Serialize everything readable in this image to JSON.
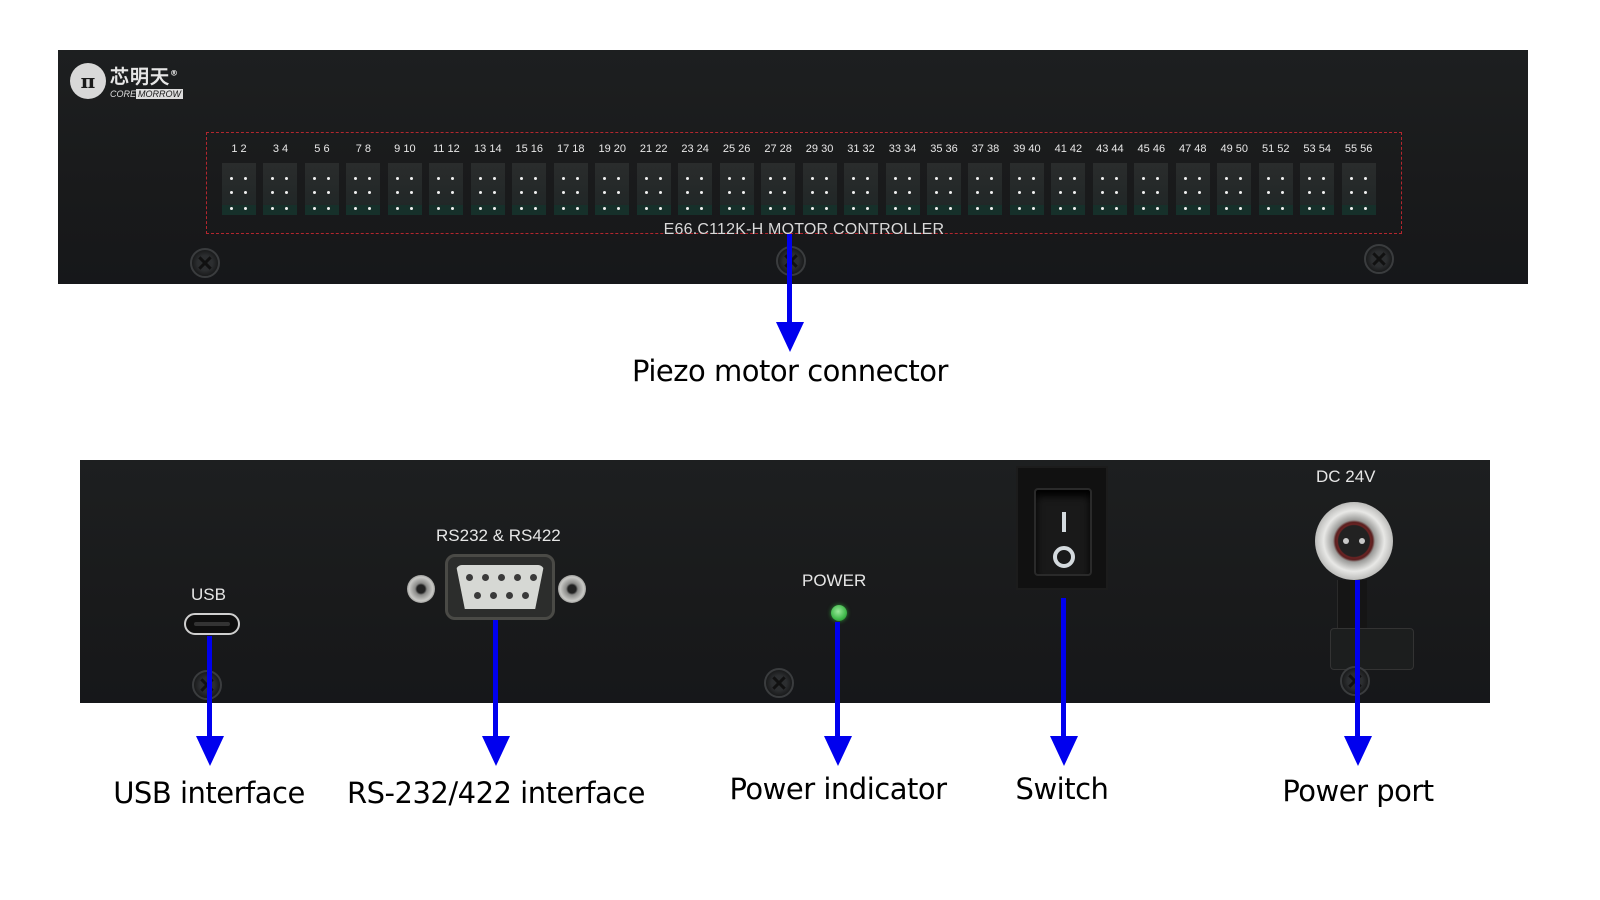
{
  "front_panel": {
    "brand": {
      "logo_symbol": "π",
      "name_cn": "芯明天",
      "registered_mark": "®",
      "name_en_left": "CORE",
      "name_en_right": "MORROW"
    },
    "connector_pairs": [
      "1 2",
      "3 4",
      "5 6",
      "7 8",
      "9 10",
      "11 12",
      "13 14",
      "15 16",
      "17 18",
      "19 20",
      "21 22",
      "23 24",
      "25 26",
      "27 28",
      "29 30",
      "31 32",
      "33 34",
      "35 36",
      "37 38",
      "39 40",
      "41 42",
      "43 44",
      "45 46",
      "47 48",
      "49 50",
      "51 52",
      "53 54",
      "55 56"
    ],
    "model_label": "E66.C112K-H  MOTOR CONTROLLER"
  },
  "rear_panel": {
    "usb_label": "USB",
    "serial_label": "RS232 & RS422",
    "power_led_label": "POWER",
    "switch_on_symbol": "I",
    "switch_off_symbol": "O",
    "dc_label": "DC 24V"
  },
  "colors": {
    "arrow": "#0000ee",
    "panel": "#1a1b1c",
    "highlight_box": "#b3262e",
    "led": "#3fb84a"
  },
  "callouts": {
    "piezo_motor_connector": "Piezo motor connector",
    "usb_interface": "USB interface",
    "serial_interface": "RS-232/422 interface",
    "power_indicator": "Power indicator",
    "switch": "Switch",
    "power_port": "Power port"
  }
}
